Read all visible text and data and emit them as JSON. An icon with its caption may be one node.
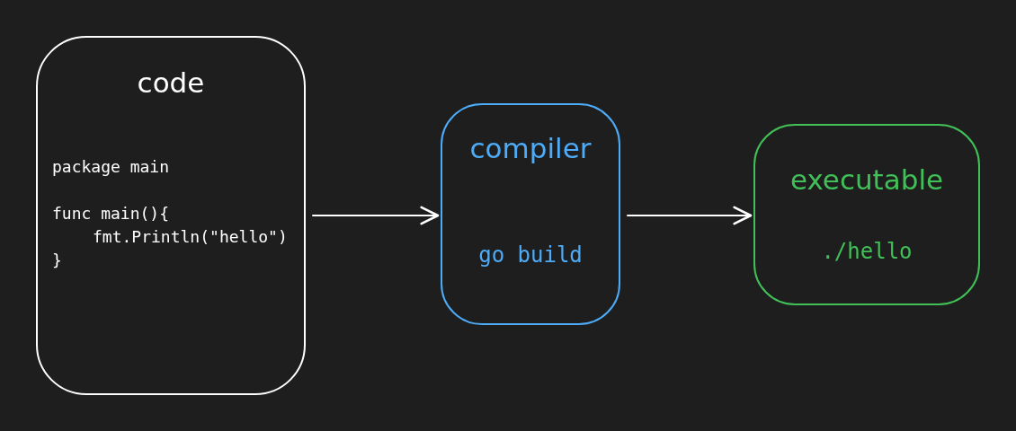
{
  "diagram": {
    "nodes": [
      {
        "text": [
          "code",
          "package main",
          "func main(){",
          "fmt.Println(\"hello\")",
          "}"
        ]
      },
      {
        "text": [
          "compiler",
          "go build"
        ]
      },
      {
        "text": [
          "executable",
          "./hello"
        ]
      }
    ],
    "edges": [
      {
        "from": 0,
        "to": 1,
        "arrow": "to"
      },
      {
        "from": 1,
        "to": 2,
        "arrow": "to"
      }
    ]
  }
}
